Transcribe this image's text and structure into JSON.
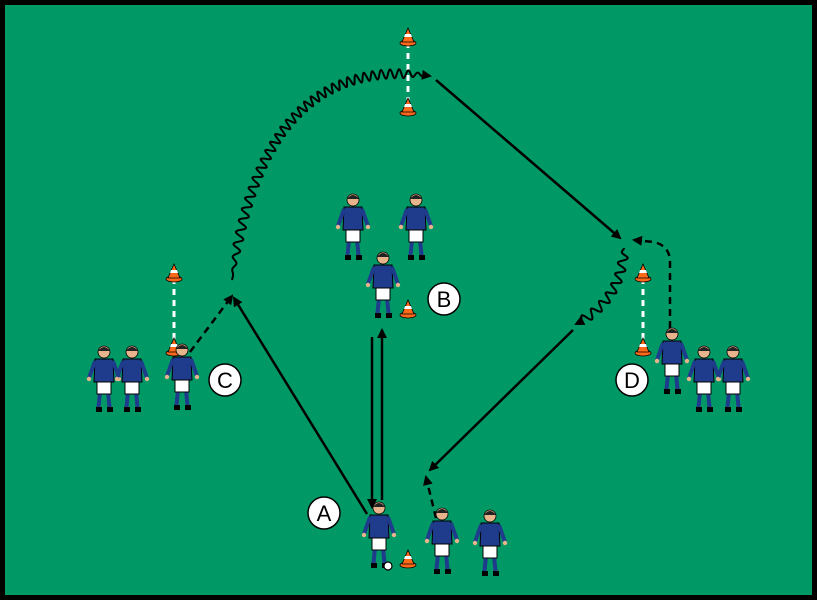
{
  "colors": {
    "pitch": "#009966",
    "border": "#000000",
    "jersey": "#1f3b8c",
    "shorts": "#ffffff",
    "skin": "#e8b48c",
    "cone": "#ff6a1a"
  },
  "labels": {
    "a": "A",
    "b": "B",
    "c": "C",
    "d": "D"
  },
  "icons": {
    "player": "player-figure-icon",
    "cone": "traffic-cone-icon",
    "ball": "soccer-ball-icon"
  }
}
